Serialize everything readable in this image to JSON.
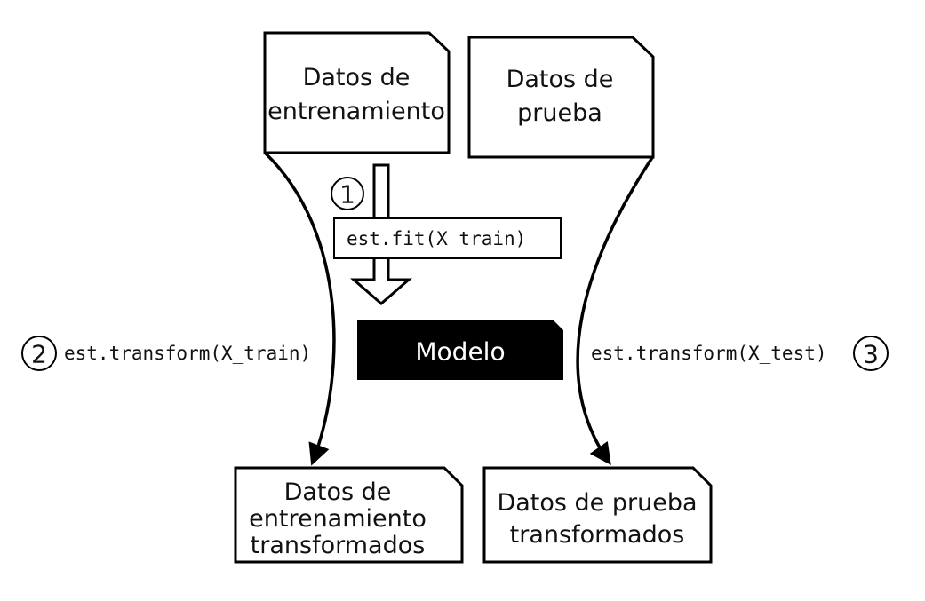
{
  "documents": {
    "train": [
      "Datos de",
      "entrenamiento"
    ],
    "test": [
      "Datos de",
      "prueba"
    ],
    "train_transformed": [
      "Datos de",
      "entrenamiento",
      "transformados"
    ],
    "test_transformed": [
      "Datos de prueba",
      "transformados"
    ]
  },
  "model": {
    "label": "Modelo"
  },
  "steps": {
    "fit": {
      "number": "1",
      "code": "est.fit(X_train)"
    },
    "transform_train": {
      "number": "2",
      "code": "est.transform(X_train)"
    },
    "transform_test": {
      "number": "3",
      "code": "est.transform(X_test)"
    }
  }
}
